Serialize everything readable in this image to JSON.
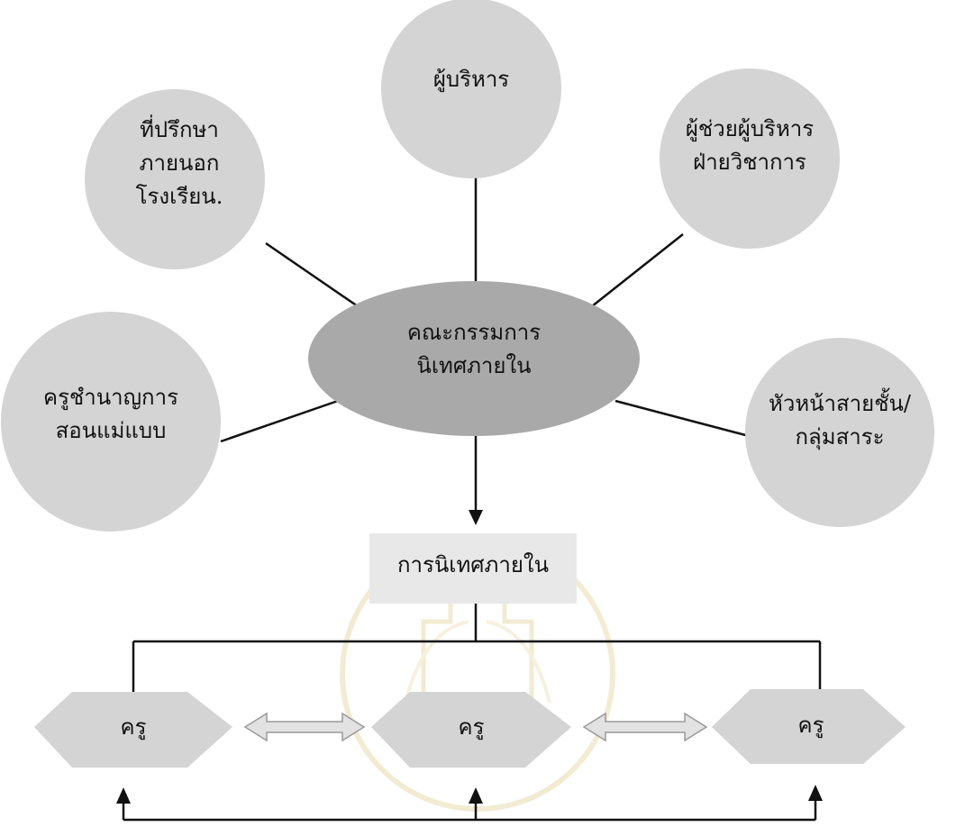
{
  "colors": {
    "node_fill": "#d4d4d4",
    "center_fill": "#a9a9a9",
    "line": "#111111",
    "arrow_fill": "#e2e2e2",
    "watermark": "#e8dcb0"
  },
  "center": {
    "line1": "คณะกรรมการ",
    "line2": "นิเทศภายใน"
  },
  "top": {
    "line1": "ผู้บริหาร"
  },
  "left_consultant": {
    "line1": "ที่ปรึกษา",
    "line2": "ภายนอก",
    "line3": "โรงเรียน."
  },
  "right_assistant": {
    "line1": "ผู้ช่วยผู้บริหาร",
    "line2": "ฝ่ายวิชาการ"
  },
  "left_master_teacher": {
    "line1": "ครูชำนาญการ",
    "line2": "สอนแม่แบบ"
  },
  "right_head": {
    "line1": "หัวหน้าสายชั้น/",
    "line2": "กลุ่มสาระ"
  },
  "process": {
    "label": "การนิเทศภายใน"
  },
  "teachers": [
    {
      "label": "ครู"
    },
    {
      "label": "ครู"
    },
    {
      "label": "ครู"
    }
  ],
  "icons": {
    "watermark": "university-seal-icon",
    "arrow_down": "arrow-down-icon",
    "double_arrow": "double-arrow-icon",
    "arrow_up": "arrow-up-icon"
  }
}
